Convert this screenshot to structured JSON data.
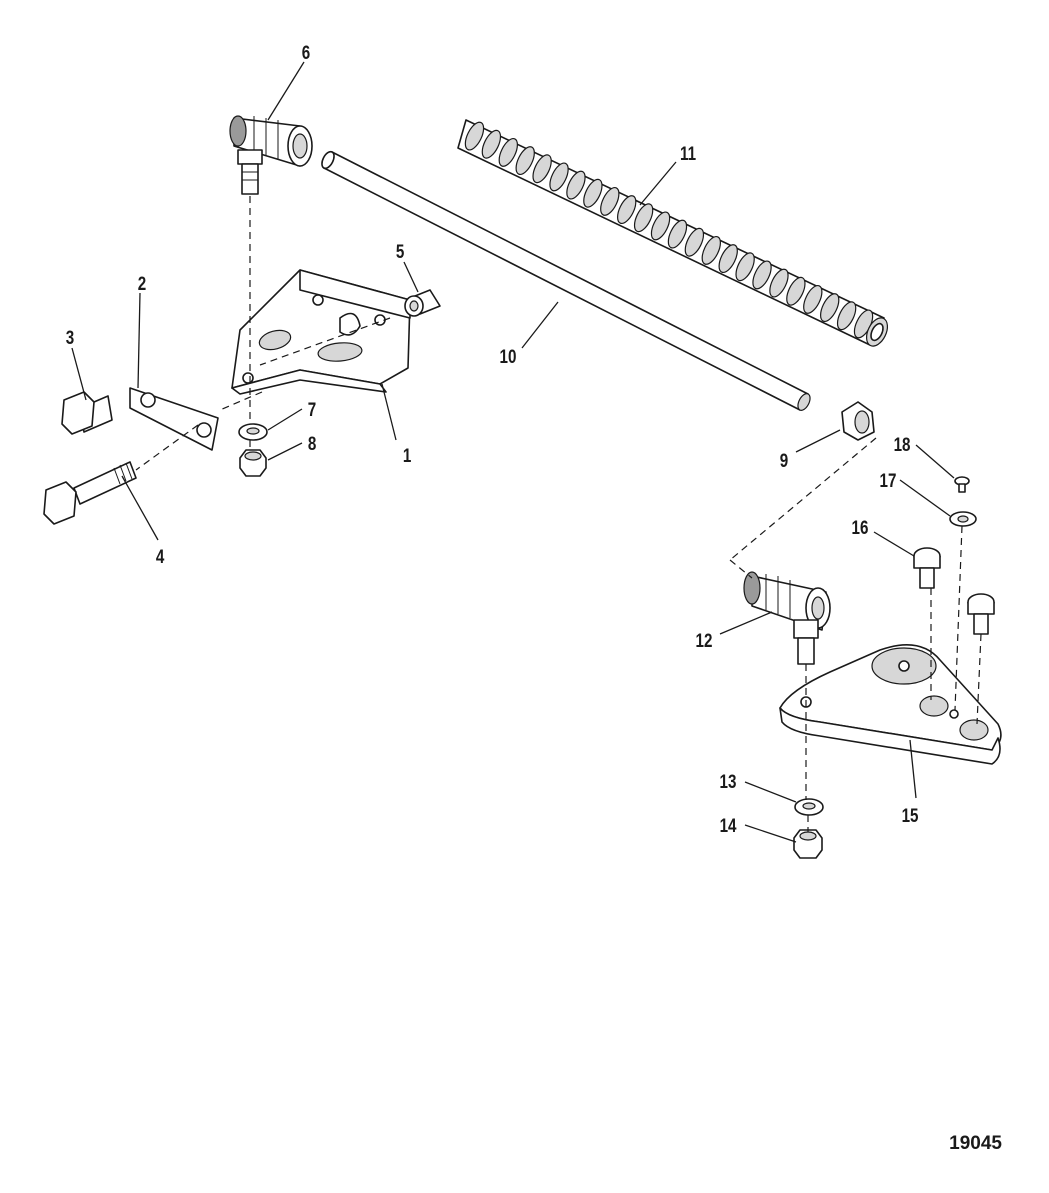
{
  "callouts": [
    {
      "id": "1",
      "label": "1"
    },
    {
      "id": "2",
      "label": "2"
    },
    {
      "id": "3",
      "label": "3"
    },
    {
      "id": "4",
      "label": "4"
    },
    {
      "id": "5",
      "label": "5"
    },
    {
      "id": "6",
      "label": "6"
    },
    {
      "id": "7",
      "label": "7"
    },
    {
      "id": "8",
      "label": "8"
    },
    {
      "id": "9",
      "label": "9"
    },
    {
      "id": "10",
      "label": "10"
    },
    {
      "id": "11",
      "label": "11"
    },
    {
      "id": "12",
      "label": "12"
    },
    {
      "id": "13",
      "label": "13"
    },
    {
      "id": "14",
      "label": "14"
    },
    {
      "id": "15",
      "label": "15"
    },
    {
      "id": "16",
      "label": "16"
    },
    {
      "id": "17",
      "label": "17"
    },
    {
      "id": "18",
      "label": "18"
    }
  ],
  "figure_number": "19045"
}
